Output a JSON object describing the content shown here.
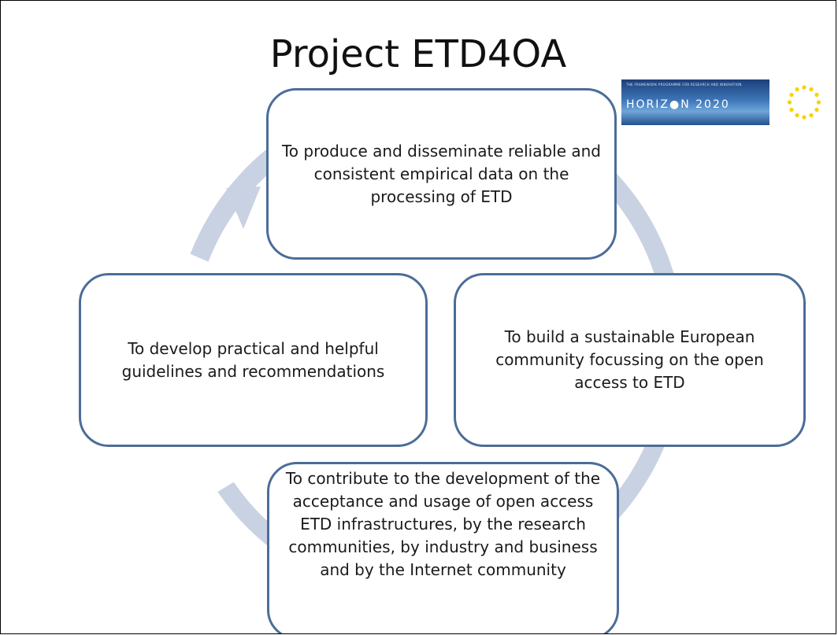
{
  "title": "Project ETD4OA",
  "logo": {
    "tagline": "THE FRAMEWORK PROGRAMME FOR RESEARCH AND INNOVATION",
    "wordmark": "HORIZ●N 2020",
    "colors": {
      "blue": "#1c3f7a",
      "star": "#f5d400"
    }
  },
  "cycle": {
    "arrow_color": "#c9d2e3",
    "border_color": "#4b6d99",
    "steps": [
      {
        "text": "To produce and disseminate reliable and consistent empirical data on the processing of ETD"
      },
      {
        "text": "To build a sustainable European community focussing on the open access to ETD"
      },
      {
        "text": "To contribute to the development of the acceptance and usage of open access ETD infrastructures, by the research communities, by industry and business and by the Internet community"
      },
      {
        "text": "To develop practical and helpful guidelines and recommendations"
      }
    ]
  }
}
